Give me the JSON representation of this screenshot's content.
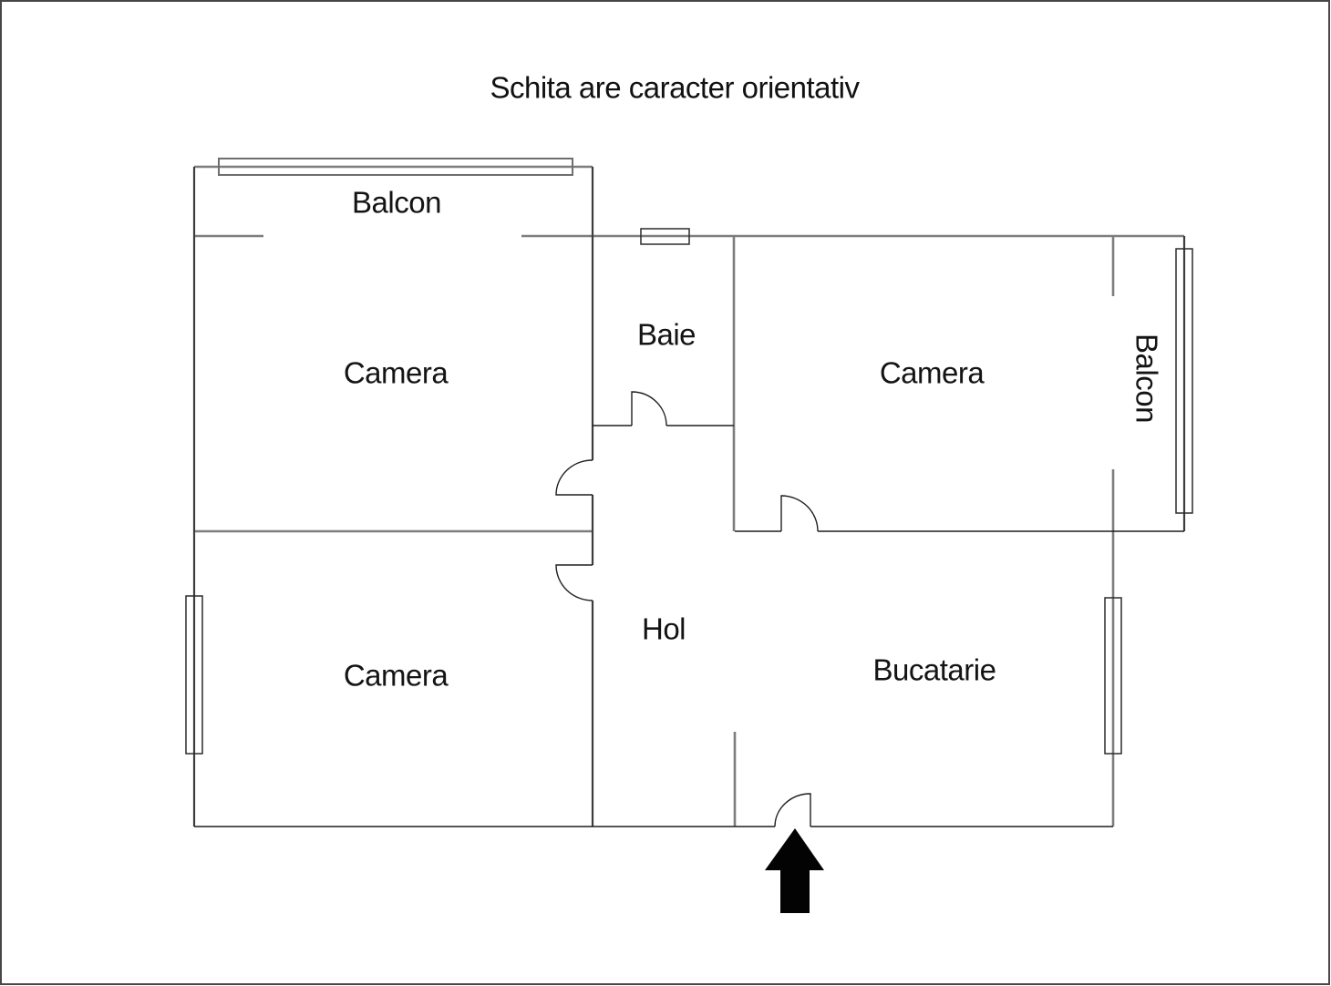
{
  "title": "Schita are caracter orientativ",
  "rooms": {
    "balcon_top": {
      "label": "Balcon"
    },
    "camera_top_left": {
      "label": "Camera"
    },
    "baie": {
      "label": "Baie"
    },
    "camera_top_right": {
      "label": "Camera"
    },
    "balcon_right": {
      "label": "Balcon"
    },
    "camera_bottom_left": {
      "label": "Camera"
    },
    "hol": {
      "label": "Hol"
    },
    "bucatarie": {
      "label": "Bucatarie"
    }
  },
  "icons": {
    "entrance_arrow": "up-arrow"
  },
  "colors": {
    "background": "#ffffff",
    "wall_gray": "#7d7d7d",
    "wall_dark": "#3d3d3d",
    "line_black": "#1f1f1f",
    "text": "#141414",
    "arrow": "#000000"
  }
}
